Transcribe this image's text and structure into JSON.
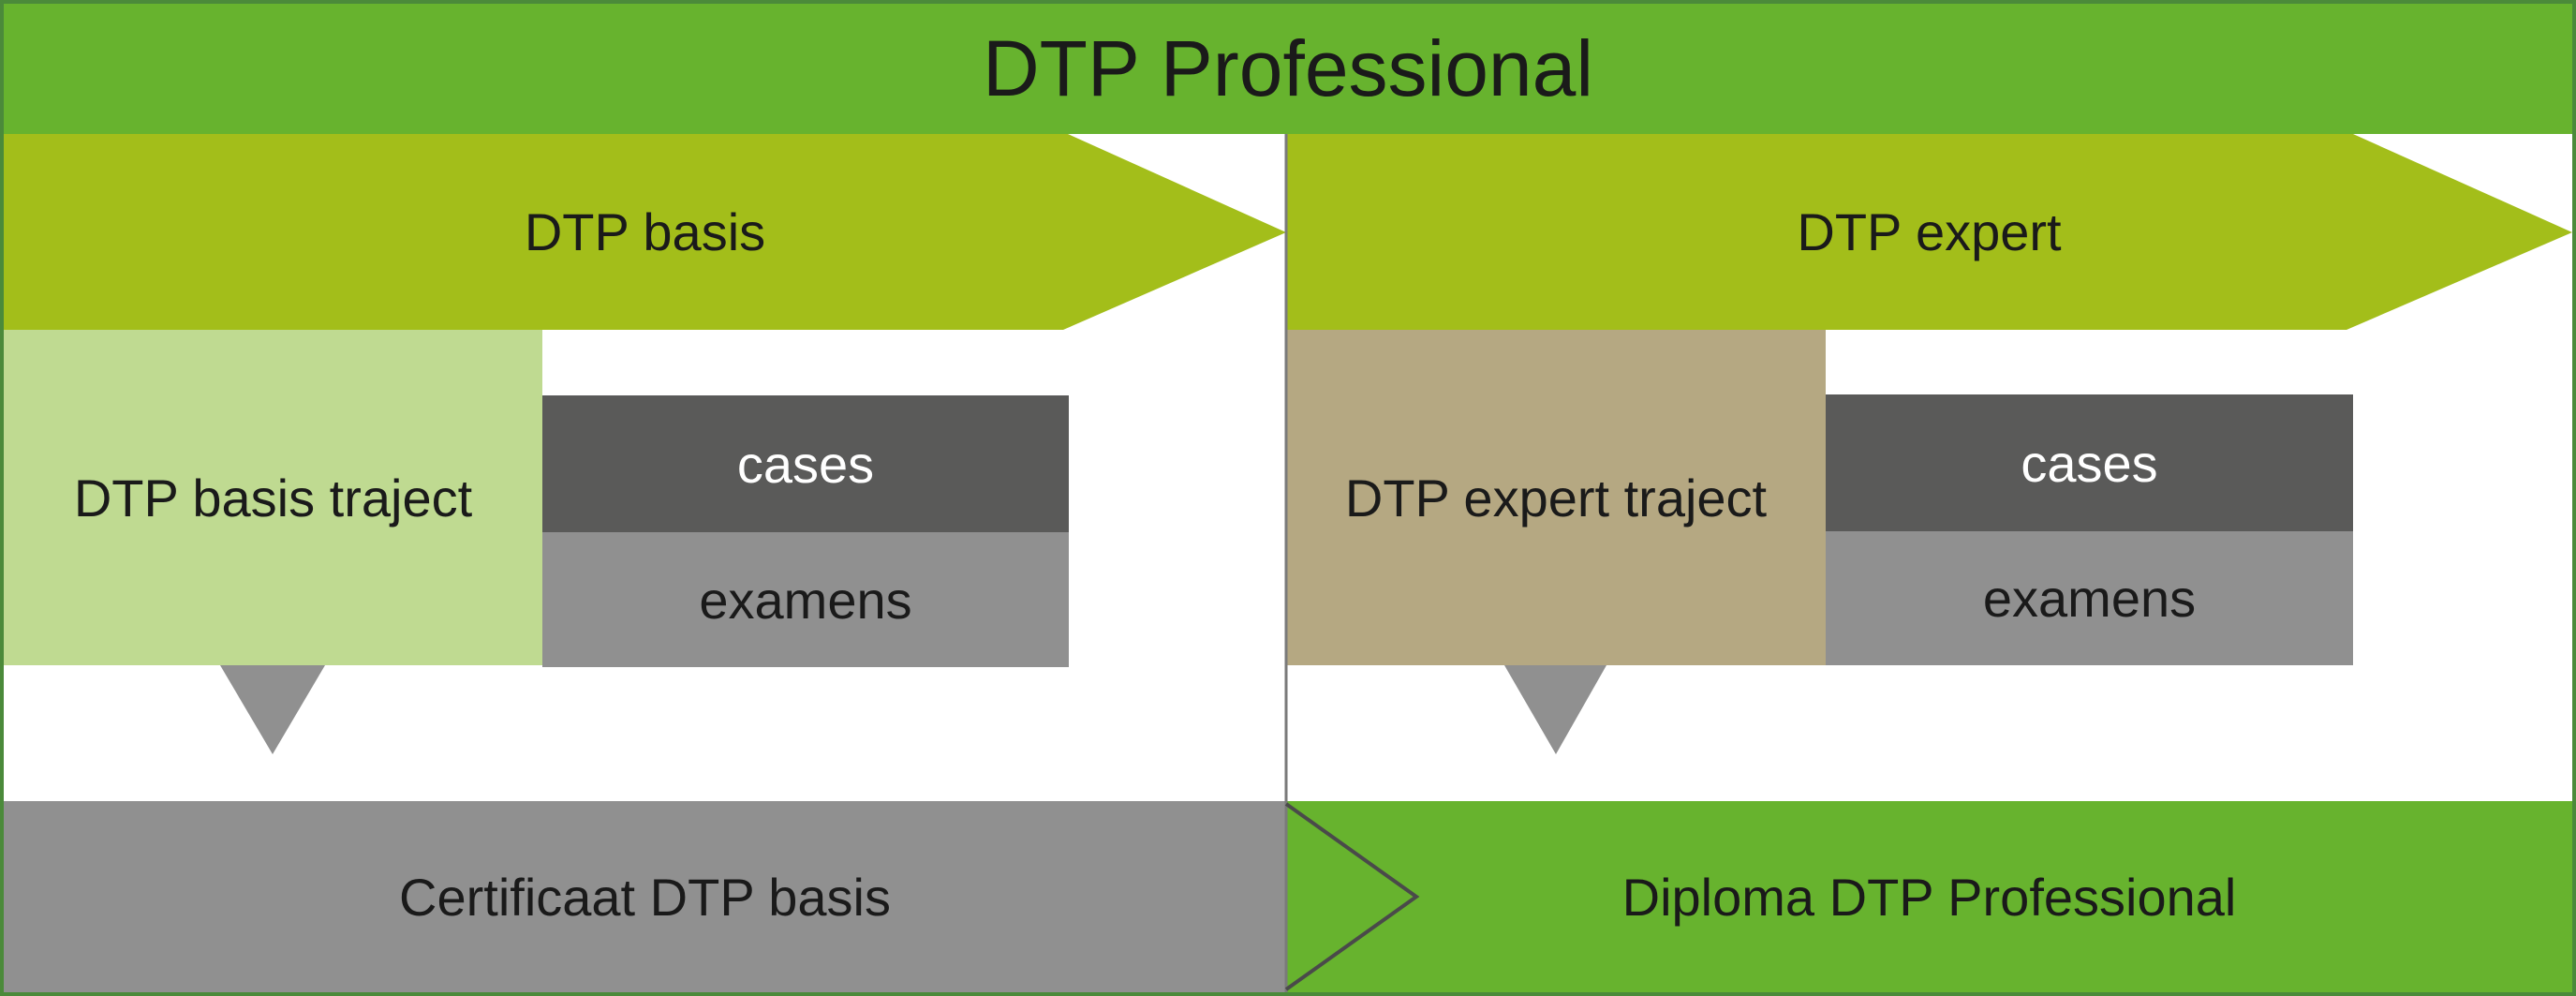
{
  "title": "DTP Professional",
  "colors": {
    "title_green": "#67b32e",
    "arrow_green": "#a3be1a",
    "light_green": "#bfda91",
    "khaki": "#b5a882",
    "dark_grey": "#5a5a59",
    "mid_grey": "#909090",
    "frame": "#4b8a3a"
  },
  "basis": {
    "arrow_label": "DTP basis",
    "traject_label": "DTP basis traject",
    "cases_label": "cases",
    "examens_label": "examens",
    "result_label": "Certificaat DTP basis"
  },
  "expert": {
    "arrow_label": "DTP expert",
    "traject_label": "DTP expert traject",
    "cases_label": "cases",
    "examens_label": "examens",
    "result_label": "Diploma DTP Professional"
  }
}
